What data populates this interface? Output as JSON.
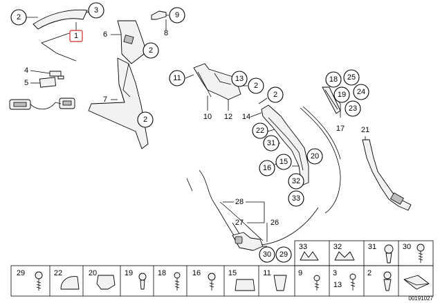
{
  "diagram": {
    "document_id": "00191027",
    "highlight_color": "#d62828",
    "callouts": {
      "c2a": "2",
      "c3": "3",
      "c1": "1",
      "c4": "4",
      "c5": "5",
      "c9": "9",
      "c8": "8",
      "c6": "6",
      "c2b": "2",
      "c7": "7",
      "c2c": "2",
      "c11": "11",
      "c13": "13",
      "c2d": "2",
      "c10": "10",
      "c12": "12",
      "c2e": "2",
      "c14": "14",
      "c22": "22",
      "c31": "31",
      "c20": "20",
      "c16": "16",
      "c15": "15",
      "c32": "32",
      "c33": "33",
      "c18": "18",
      "c25": "25",
      "c19": "19",
      "c24": "24",
      "c23": "23",
      "c17": "17",
      "c21": "21",
      "c28": "28",
      "c27": "27",
      "c26": "26",
      "c30": "30",
      "c29": "29"
    },
    "legend_top": [
      "33",
      "32",
      "31",
      "30"
    ],
    "legend_bottom": [
      "29",
      "22",
      "20",
      "19",
      "18",
      "16",
      "15",
      "11",
      "9",
      "3",
      "2"
    ],
    "legend_extra": "13"
  }
}
